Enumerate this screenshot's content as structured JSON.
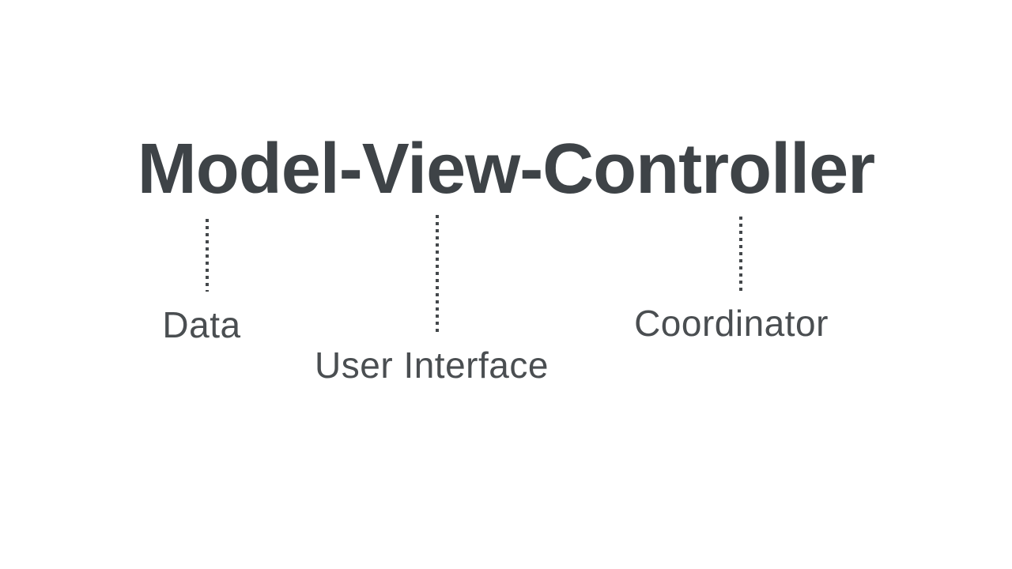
{
  "diagram": {
    "title": "Model-View-Controller",
    "labels": {
      "model": "Data",
      "view": "User Interface",
      "controller": "Coordinator"
    }
  },
  "colors": {
    "background": "#ffffff",
    "title_text": "#3e4347",
    "label_text": "#4a4e51",
    "connector_dots": "#44484b"
  }
}
